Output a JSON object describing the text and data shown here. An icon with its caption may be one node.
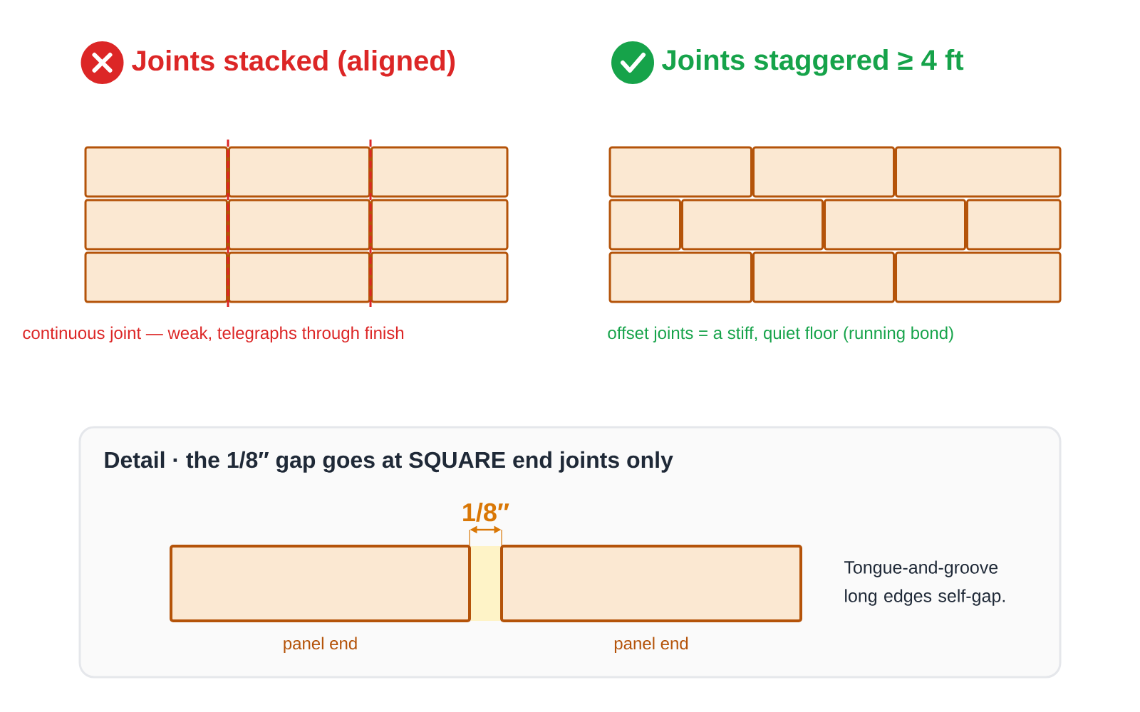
{
  "diagram": {
    "nodes": [
      {
        "text": [
          "Detail · the 1/8″ gap goes at SQUARE end joints only"
        ]
      },
      {
        "text": [],
        "shape": "box",
        "in": 0,
        "beside": [
          "panel end"
        ]
      },
      {
        "text": [],
        "shape": "box",
        "in": 0
      },
      {
        "text": [],
        "shape": "box",
        "in": 0,
        "beside": [
          "panel end"
        ]
      }
    ],
    "labels": [
      "Joints stacked (aligned)",
      "Joints staggered ≥ 4 ft",
      "continuous joint — weak, telegraphs through finish",
      "offset joints = a stiff, quiet floor (running bond)",
      "1/8″",
      "Tongue-and-groove long edges self-gap."
    ]
  }
}
